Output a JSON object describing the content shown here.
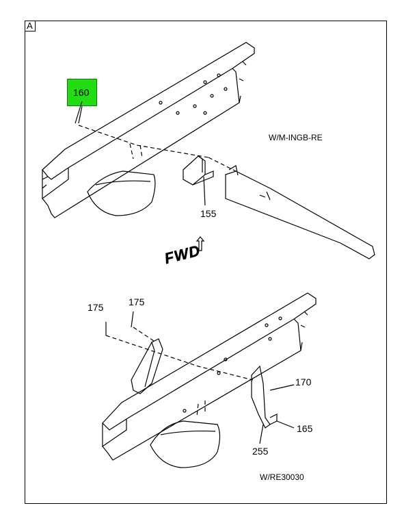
{
  "view_tag": "A",
  "callouts": {
    "c160": "160",
    "c155": "155",
    "c175a": "175",
    "c175b": "175",
    "c170": "170",
    "c165": "165",
    "c255": "255"
  },
  "notes": {
    "top_variant": "W/M-INGB-RE",
    "bottom_variant": "W/RE30030"
  },
  "fwd_label": "FWD",
  "colors": {
    "highlight": "#22dd11",
    "line": "#000000"
  }
}
